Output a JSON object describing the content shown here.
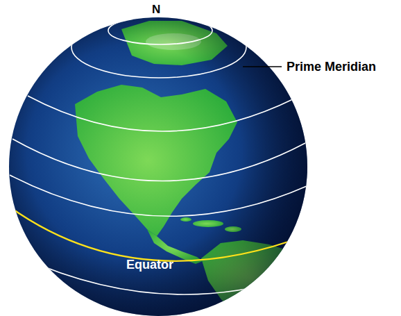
{
  "diagram": {
    "labels": [
      "N",
      "Prime Meridian",
      "Equator"
    ]
  }
}
